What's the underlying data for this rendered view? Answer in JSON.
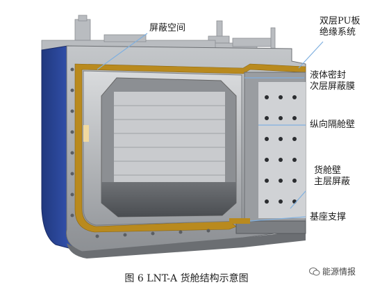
{
  "figure": {
    "caption": "图 6 LNT-A 货舱结构示意图",
    "callouts": {
      "shield_space": "屏蔽空间",
      "pu_insulation_l1": "双层PU板",
      "pu_insulation_l2": "绝缘系统",
      "secondary_barrier_l1": "液体密封",
      "secondary_barrier_l2": "次层屏蔽膜",
      "longitudinal_bulkhead": "纵向隔舱壁",
      "primary_barrier_l1": "货舱壁",
      "primary_barrier_l2": "主层屏蔽",
      "base_support": "基座支撑"
    },
    "watermark": "能源情报"
  },
  "colors": {
    "hull_blue": "#2f4fa8",
    "insulation_gold": "#b98a1e",
    "steel_gray": "#a9acaf",
    "leader_line": "#7fb0e0"
  }
}
